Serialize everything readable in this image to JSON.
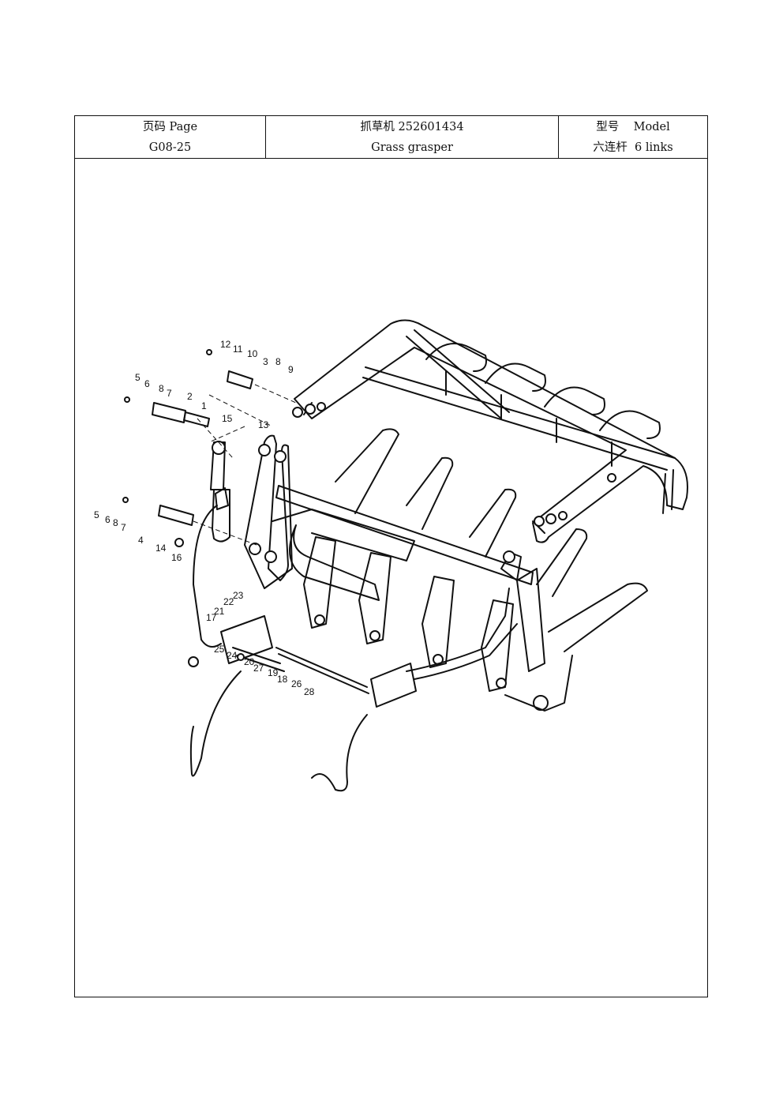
{
  "header": {
    "page_label": "页码 Page",
    "page_value": "G08-25",
    "title_cn": "抓草机 252601434",
    "title_en": "Grass grasper",
    "model_label": "型号    Model",
    "model_value": "六连杆  6 links"
  },
  "callouts": [
    "1",
    "2",
    "3",
    "4",
    "5",
    "6",
    "7",
    "8",
    "9",
    "10",
    "11",
    "12",
    "13",
    "14",
    "15",
    "16",
    "17",
    "18",
    "19",
    "20",
    "21",
    "22",
    "23",
    "24",
    "25",
    "26",
    "27",
    "28",
    "5",
    "6",
    "8",
    "7",
    "8"
  ]
}
